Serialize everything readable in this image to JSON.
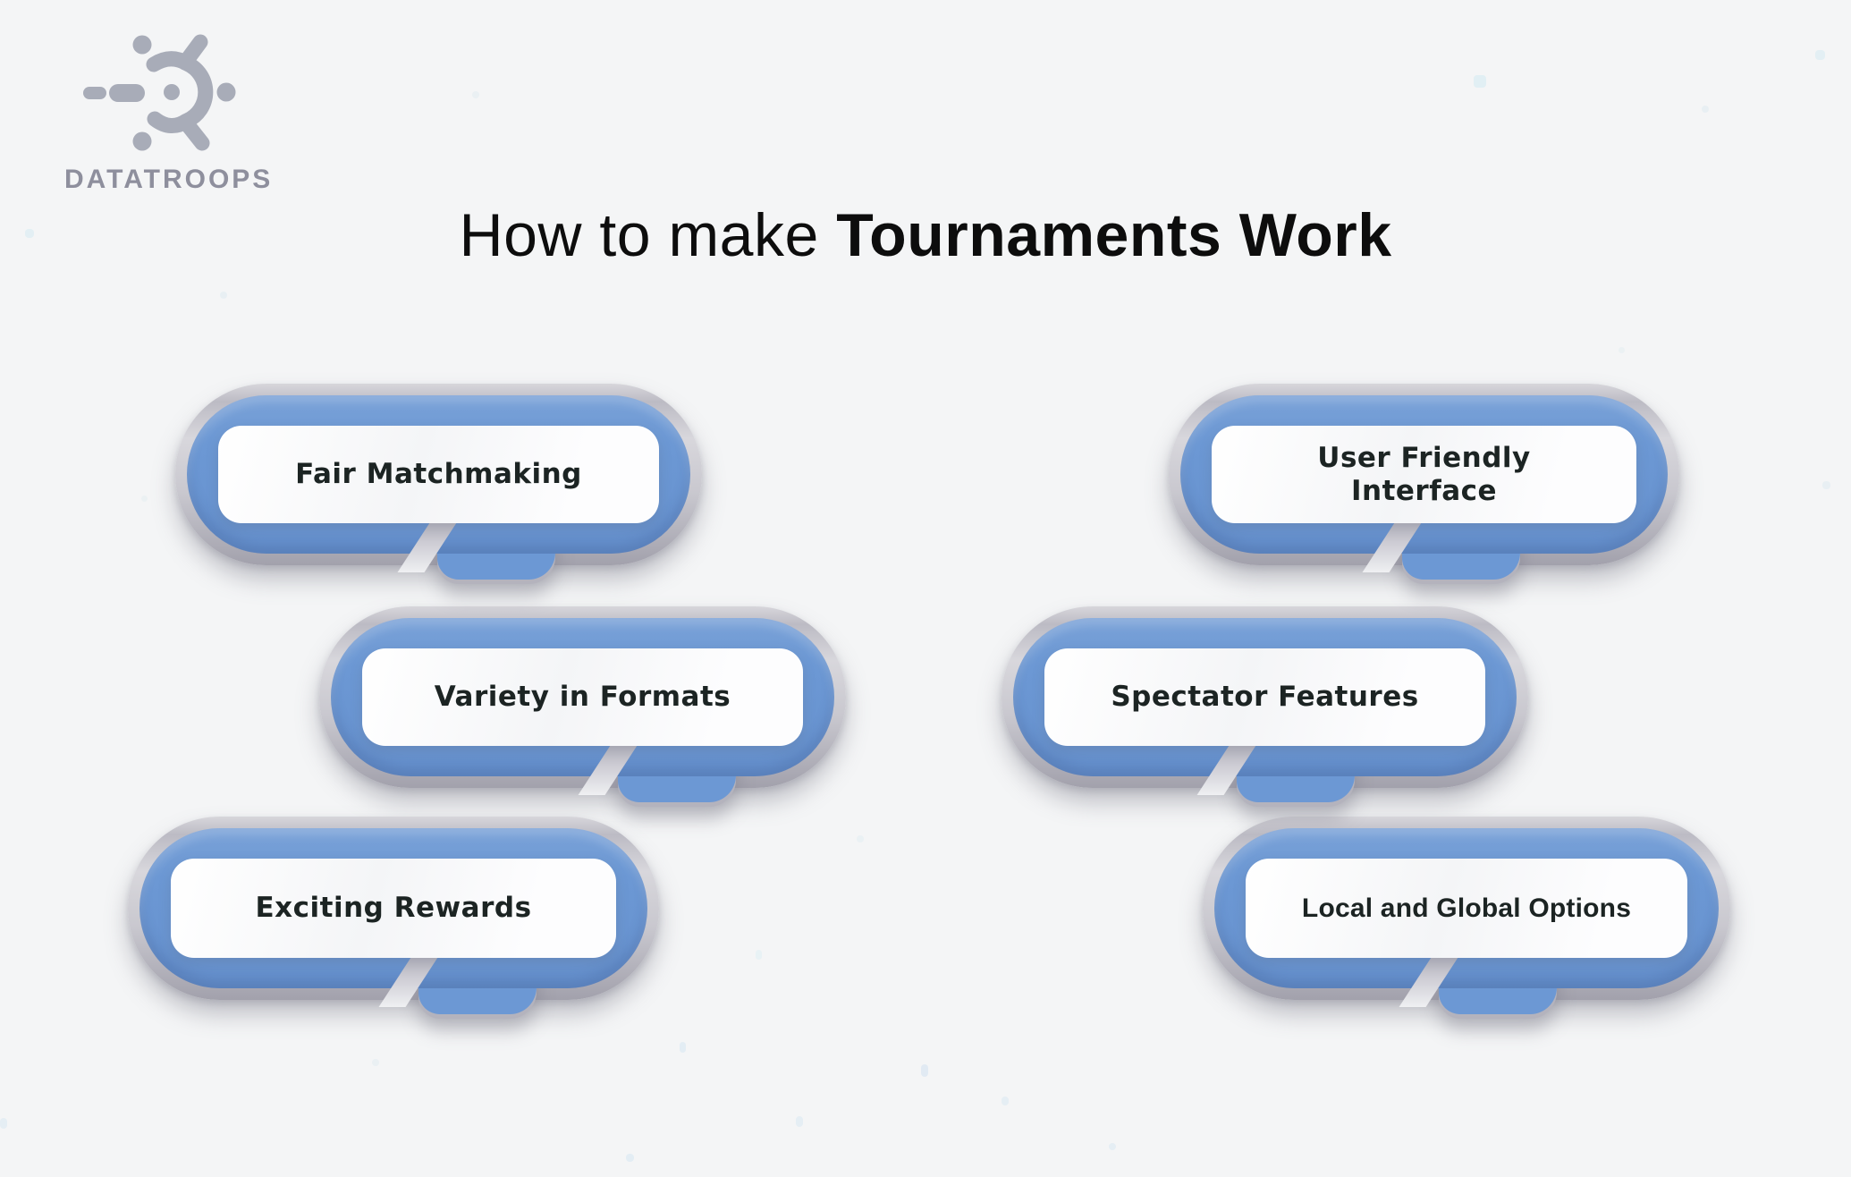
{
  "page": {
    "title_regular": "How to make ",
    "title_bold": "Tournaments Work",
    "background_color": "#f4f5f6"
  },
  "logo": {
    "name": "DATATROOPS",
    "color": "#8e8f9d"
  },
  "bubbles": [
    {
      "label": "Fair Matchmaking"
    },
    {
      "label": "Variety in Formats"
    },
    {
      "label": "Exciting Rewards"
    },
    {
      "label": "User Friendly\nInterface"
    },
    {
      "label": "Spectator Features"
    },
    {
      "label": "Local and Global Options"
    }
  ],
  "colors": {
    "accent_blue": "#6c98d4",
    "ring_silver": "#c6c5cd",
    "card_white": "#fcfcfd",
    "label_dark": "#1c2423",
    "title_black": "#0d0d0d"
  }
}
